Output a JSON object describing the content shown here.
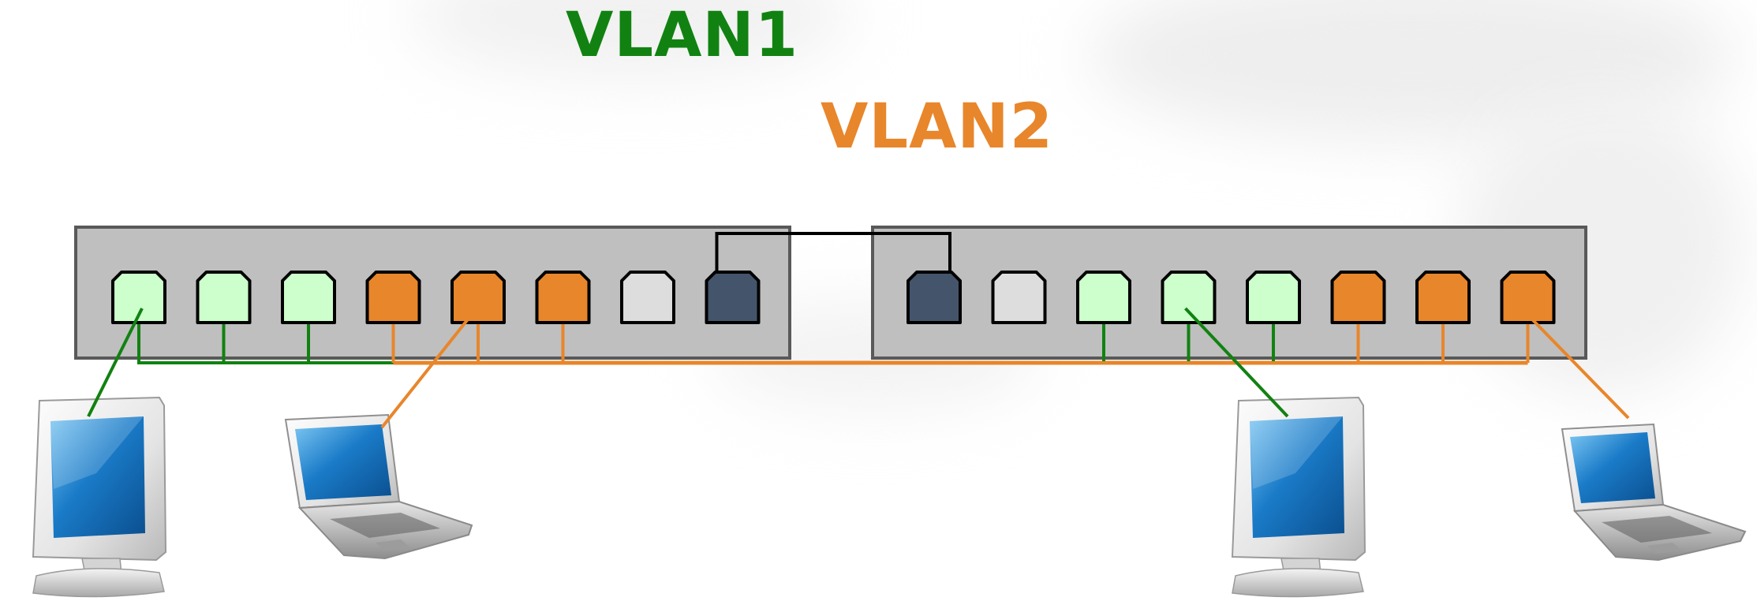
{
  "vlans": [
    {
      "id": "vlan1",
      "label": "VLAN1",
      "color": "#118211"
    },
    {
      "id": "vlan2",
      "label": "VLAN2",
      "color": "#E8862B"
    }
  ],
  "colors": {
    "switch_fill": "#BFBFBF",
    "switch_stroke": "#595959",
    "port_vlan1": "#CCFFCC",
    "port_vlan2": "#E8862B",
    "port_unused": "#DDDDDD",
    "port_trunk": "#44546A",
    "trunk_link": "#000000",
    "screen_blue": "#1A7BC8"
  },
  "switches": [
    {
      "id": "switch-left",
      "ports": [
        "vlan1",
        "vlan1",
        "vlan1",
        "vlan2",
        "vlan2",
        "vlan2",
        "unused",
        "trunk"
      ]
    },
    {
      "id": "switch-right",
      "ports": [
        "trunk",
        "unused",
        "vlan1",
        "vlan1",
        "vlan1",
        "vlan2",
        "vlan2",
        "vlan2"
      ]
    }
  ],
  "devices": [
    {
      "id": "desktop-1",
      "icon": "desktop-monitor-icon",
      "vlan": "vlan1"
    },
    {
      "id": "laptop-1",
      "icon": "laptop-icon",
      "vlan": "vlan2"
    },
    {
      "id": "desktop-2",
      "icon": "desktop-monitor-icon",
      "vlan": "vlan1"
    },
    {
      "id": "laptop-2",
      "icon": "laptop-icon",
      "vlan": "vlan2"
    }
  ]
}
